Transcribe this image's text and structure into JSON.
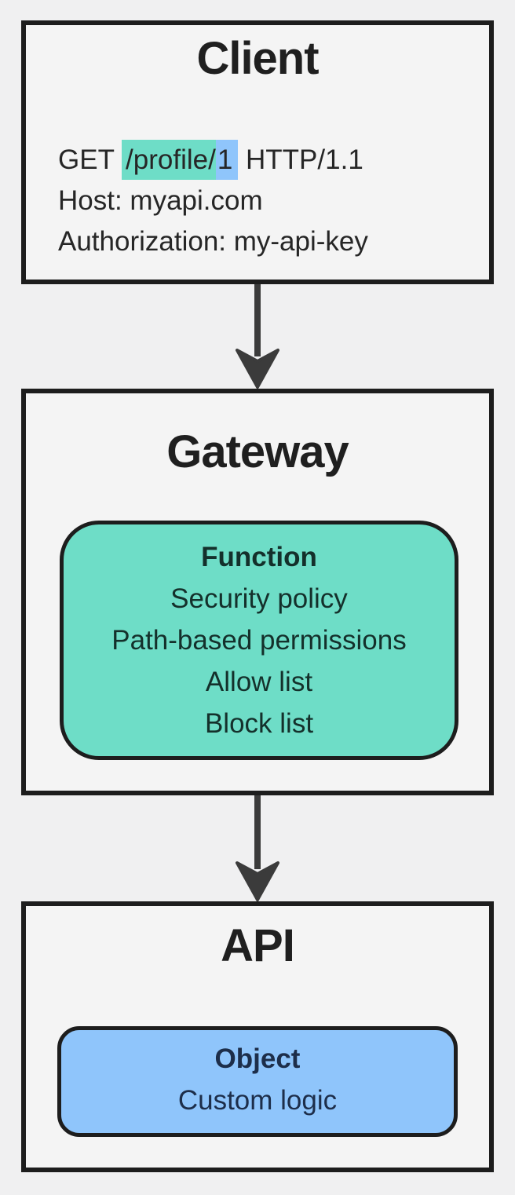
{
  "diagram": {
    "client": {
      "title": "Client",
      "request_line": {
        "method": "GET ",
        "path_highlight": "/profile/",
        "id_highlight": "1",
        "protocol": " HTTP/1.1"
      },
      "host_line": "Host: myapi.com",
      "auth_line": "Authorization: my-api-key"
    },
    "gateway": {
      "title": "Gateway",
      "function_box": {
        "title": "Function",
        "items": [
          "Security policy",
          "Path-based permissions",
          "Allow list",
          "Block list"
        ]
      }
    },
    "api": {
      "title": "API",
      "object_box": {
        "title": "Object",
        "items": [
          "Custom logic"
        ]
      }
    },
    "colors": {
      "page_background": "#f0f0f1",
      "node_background": "#f4f4f4",
      "node_border": "#1d1d1d",
      "teal_highlight": "#6eddc7",
      "blue_highlight": "#8fc5fb",
      "teal_box_text": "#14302b",
      "blue_box_text": "#1d2e4a",
      "arrow": "#3b3b3b"
    }
  }
}
